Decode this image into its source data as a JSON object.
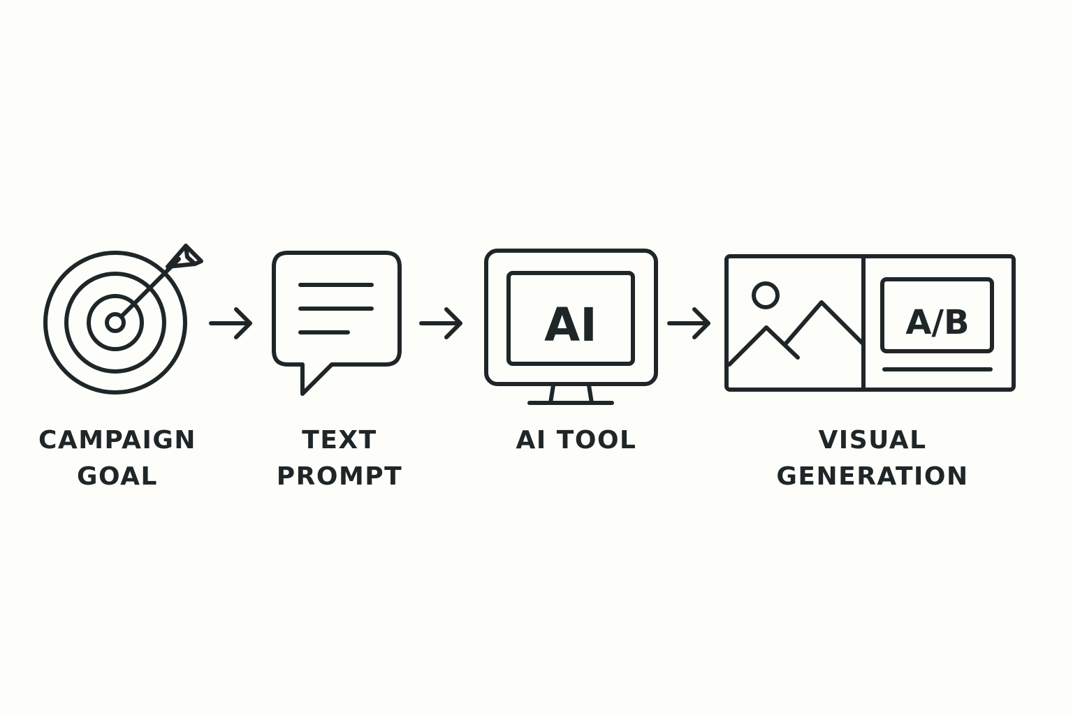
{
  "colors": {
    "background": "#fdfdfa",
    "ink": "#1f2628"
  },
  "steps": [
    {
      "icon": "target-icon",
      "label_lines": [
        "CAMPAIGN",
        "GOAL"
      ]
    },
    {
      "icon": "speech-bubble-icon",
      "label_lines": [
        "TEXT",
        "PROMPT"
      ]
    },
    {
      "icon": "monitor-icon",
      "icon_text": "AI",
      "label_lines": [
        "AI TOOL"
      ]
    },
    {
      "icon": "image-ab-icon",
      "icon_text": "A/B",
      "label_lines": [
        "VISUAL",
        "GENERATION"
      ]
    }
  ],
  "connectors": [
    "arrow-right-icon",
    "arrow-right-icon",
    "arrow-right-icon"
  ]
}
